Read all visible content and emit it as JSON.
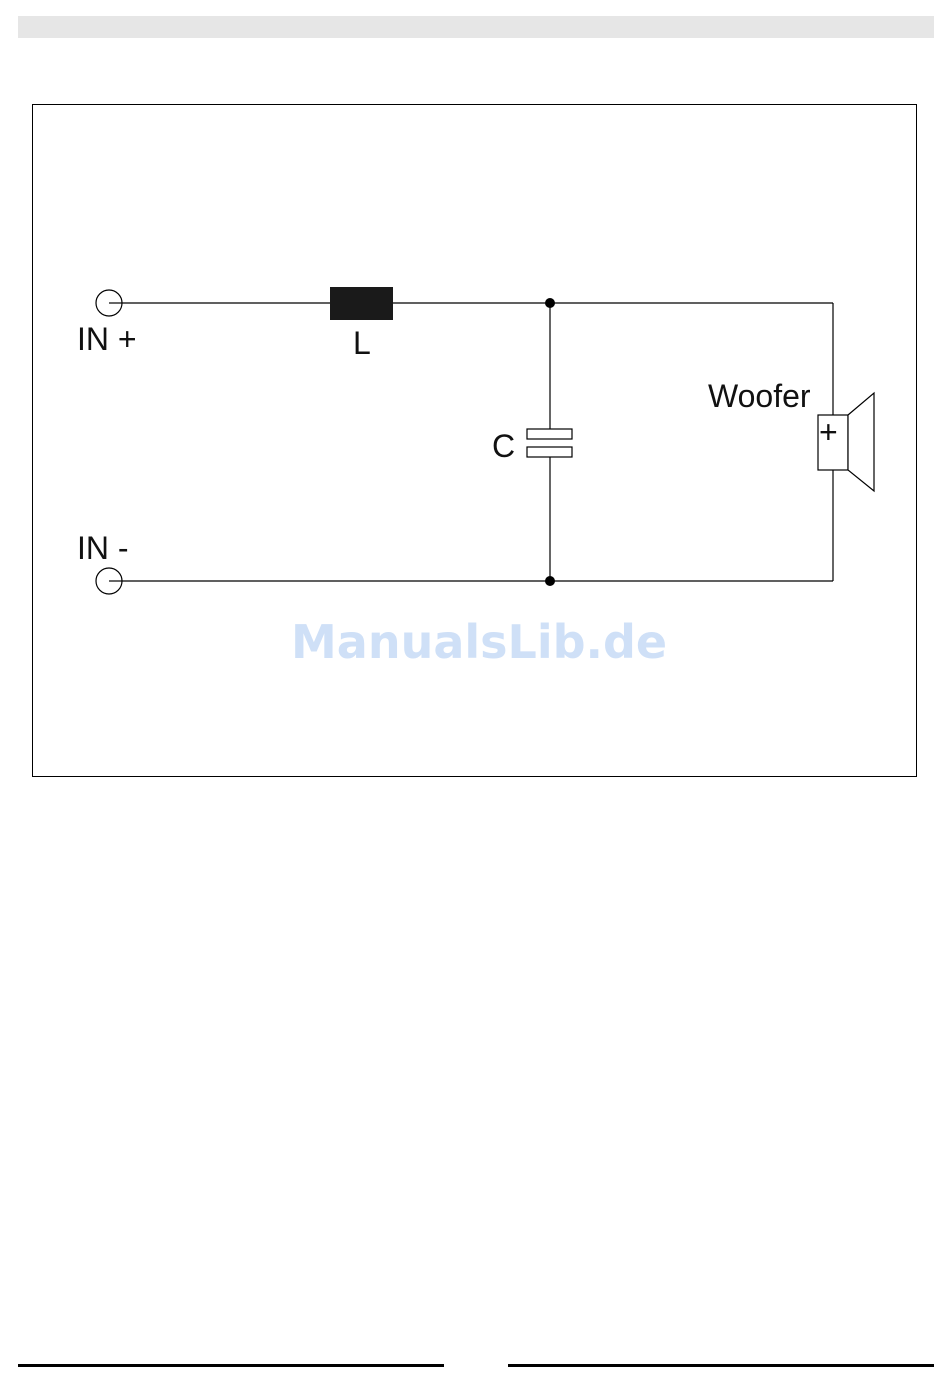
{
  "labels": {
    "in_plus": "IN +",
    "in_minus": "IN -",
    "inductor": "L",
    "capacitor": "C",
    "woofer": "Woofer",
    "polarity": "+"
  },
  "watermark": "ManualsLib.de",
  "colors": {
    "wire": "#000000",
    "inductor": "#1a1a1a",
    "header_bar": "#e6e6e6",
    "watermark": "#cfe0f7"
  }
}
